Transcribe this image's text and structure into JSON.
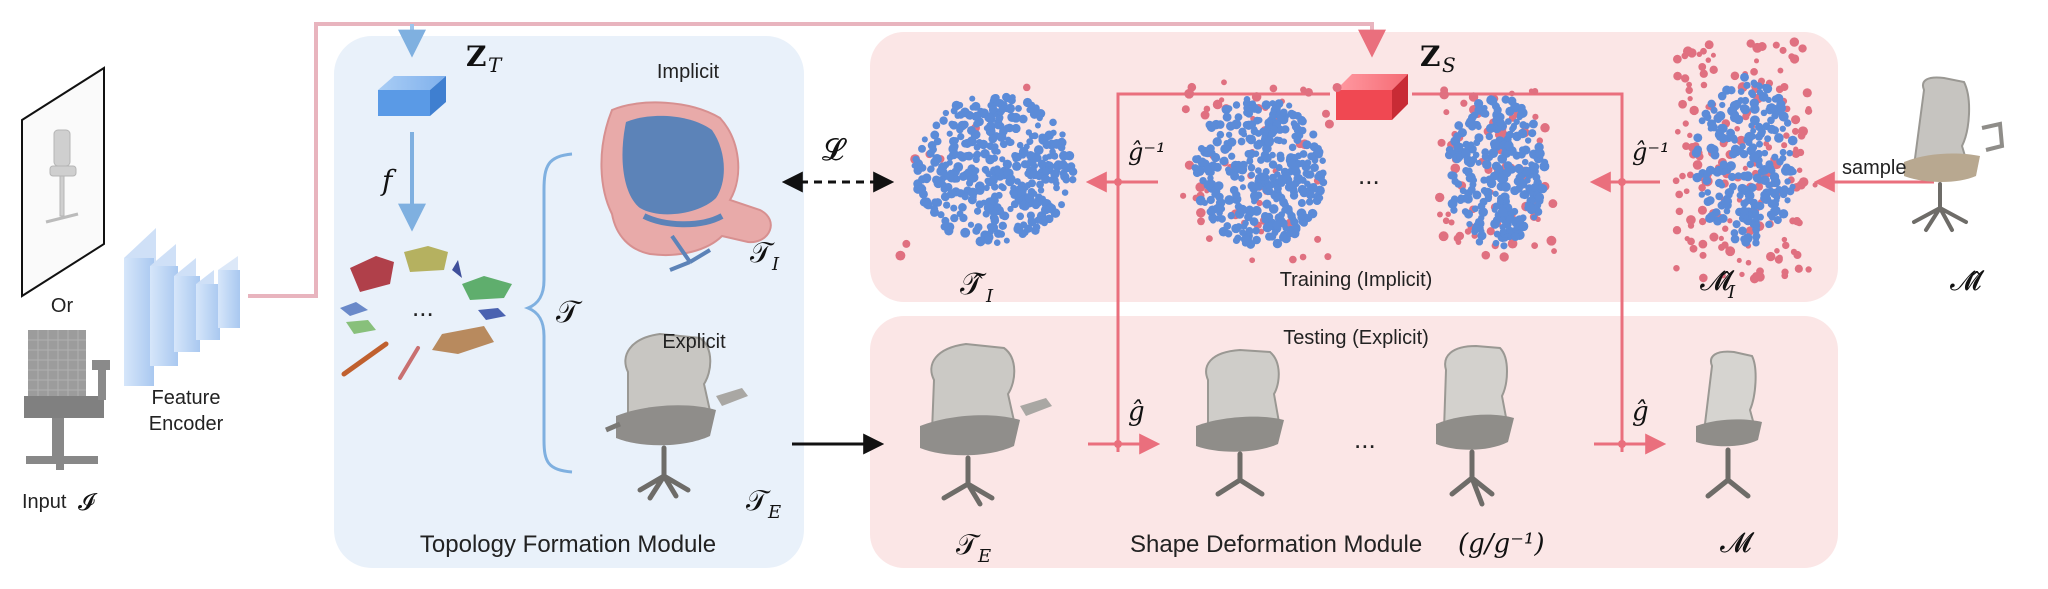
{
  "input": {
    "or_label": "Or",
    "input_label": "Input",
    "input_symbol": "𝓘"
  },
  "encoder": {
    "line1": "Feature",
    "line2": "Encoder"
  },
  "topology": {
    "title": "Topology Formation Module",
    "zt": "Z",
    "zt_sub": "T",
    "f": "f",
    "ellipsis": "...",
    "tau": "𝒯",
    "implicit_label": "Implicit",
    "explicit_label": "Explicit",
    "tau_i": "𝒯",
    "tau_i_sub": "I",
    "tau_e": "𝒯",
    "tau_e_sub": "E"
  },
  "loss": "𝓛",
  "deform": {
    "zs": "Z",
    "zs_sub": "S",
    "training_label": "Training (Implicit)",
    "testing_label": "Testing (Explicit)",
    "module_title": "Shape Deformation Module",
    "module_formula": "(g/g⁻¹)",
    "ginv": "ĝ⁻¹",
    "g": "ĝ",
    "ellipsis": "...",
    "tau_hat_i": "𝒯̂",
    "tau_hat_i_sub": "I",
    "m_hat_i": "𝓜̂",
    "m_hat_i_sub": "I",
    "tau_e": "𝒯",
    "tau_e_sub": "E",
    "m": "𝓜"
  },
  "sample_label": "sample",
  "m_hat": "𝓜̂",
  "colors": {
    "blue_panel": "#e9f1fa",
    "pink_panel": "#fbe6e6",
    "pink_arrow": "#ea6f7d",
    "blue_arrow": "#7fb0e0",
    "cube_red": "#f04852",
    "cube_blue": "#5a9ae6",
    "points_blue": "#5b8bd8",
    "points_pink": "#e07080"
  }
}
